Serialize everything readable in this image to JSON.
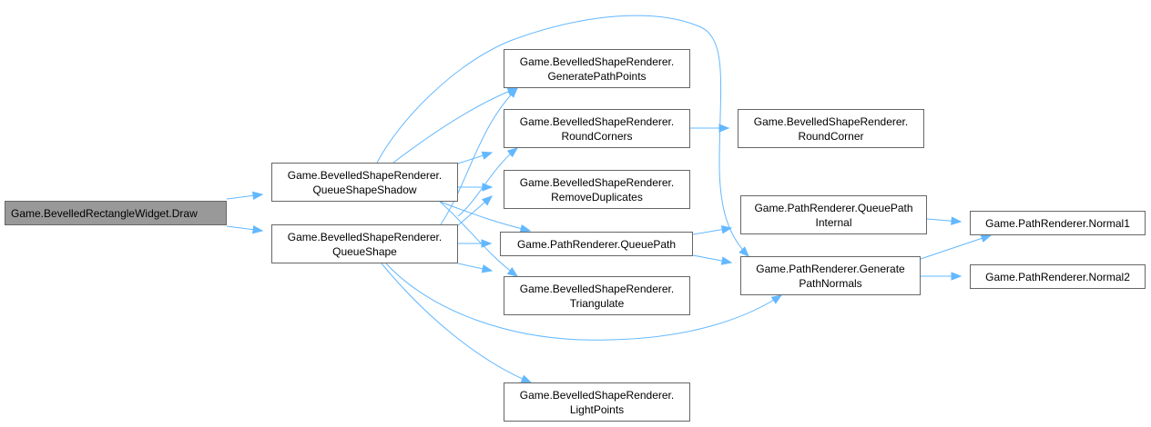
{
  "graph": {
    "edge_color": "#63b8ff",
    "root_fill": "#999999",
    "nodes": {
      "draw": {
        "lines": [
          "Game.BevelledRectangleWidget.Draw"
        ],
        "root": true
      },
      "qss": {
        "lines": [
          "Game.BevelledShapeRenderer.",
          "QueueShapeShadow"
        ]
      },
      "qs": {
        "lines": [
          "Game.BevelledShapeRenderer.",
          "QueueShape"
        ]
      },
      "gpp": {
        "lines": [
          "Game.BevelledShapeRenderer.",
          "GeneratePathPoints"
        ]
      },
      "rcs": {
        "lines": [
          "Game.BevelledShapeRenderer.",
          "RoundCorners"
        ]
      },
      "rd": {
        "lines": [
          "Game.BevelledShapeRenderer.",
          "RemoveDuplicates"
        ]
      },
      "qp": {
        "lines": [
          "Game.PathRenderer.QueuePath"
        ]
      },
      "tri": {
        "lines": [
          "Game.BevelledShapeRenderer.",
          "Triangulate"
        ]
      },
      "lp": {
        "lines": [
          "Game.BevelledShapeRenderer.",
          "LightPoints"
        ]
      },
      "rc": {
        "lines": [
          "Game.BevelledShapeRenderer.",
          "RoundCorner"
        ]
      },
      "qpi": {
        "lines": [
          "Game.PathRenderer.QueuePath",
          "Internal"
        ]
      },
      "gpn": {
        "lines": [
          "Game.PathRenderer.Generate",
          "PathNormals"
        ]
      },
      "n1": {
        "lines": [
          "Game.PathRenderer.Normal1"
        ]
      },
      "n2": {
        "lines": [
          "Game.PathRenderer.Normal2"
        ]
      }
    }
  }
}
